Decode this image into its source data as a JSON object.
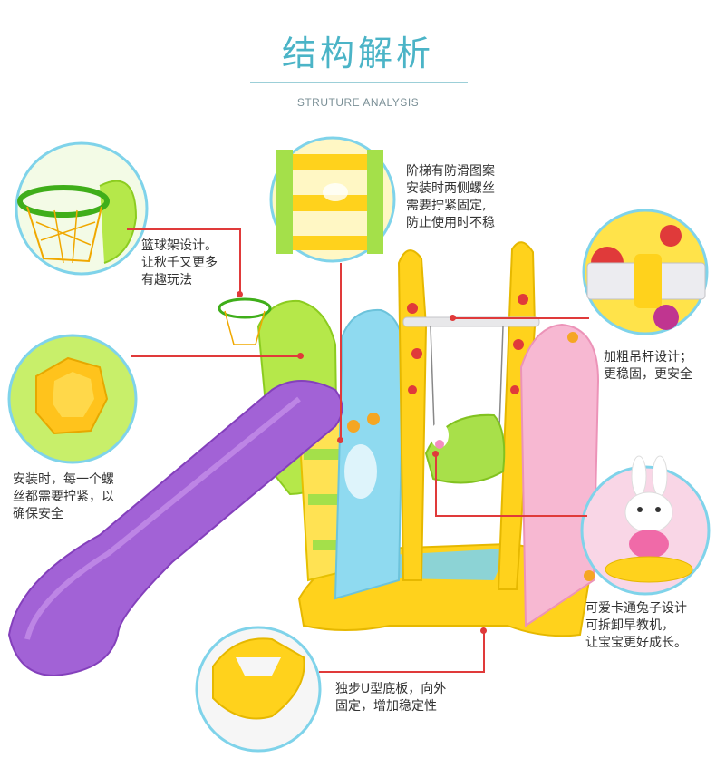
{
  "header": {
    "title": "结构解析",
    "subtitle": "STRUTURE ANALYSIS"
  },
  "callouts": {
    "basketball": "篮球架设计。\n让秋千又更多\n有趣玩法",
    "ladder": "阶梯有防滑图案\n安装时两侧螺丝\n需要拧紧固定,\n防止使用时不稳",
    "screw": "安装时，每一个螺\n丝都需要拧紧，以\n确保安全",
    "bar": "加粗吊杆设计；\n更稳固，更安全",
    "rabbit": "可爱卡通兔子设计\n可拆卸早教机，\n让宝宝更好成长。",
    "base": "独步U型底板，向外\n固定，增加稳定性"
  },
  "colors": {
    "accent": "#4bb4c7",
    "pointer": "#e03a3a",
    "slide": "#9b5bd0",
    "yellow": "#ffd21c",
    "blue": "#7fd3ea",
    "pink": "#f6b5cf",
    "green": "#9bdc3a"
  }
}
